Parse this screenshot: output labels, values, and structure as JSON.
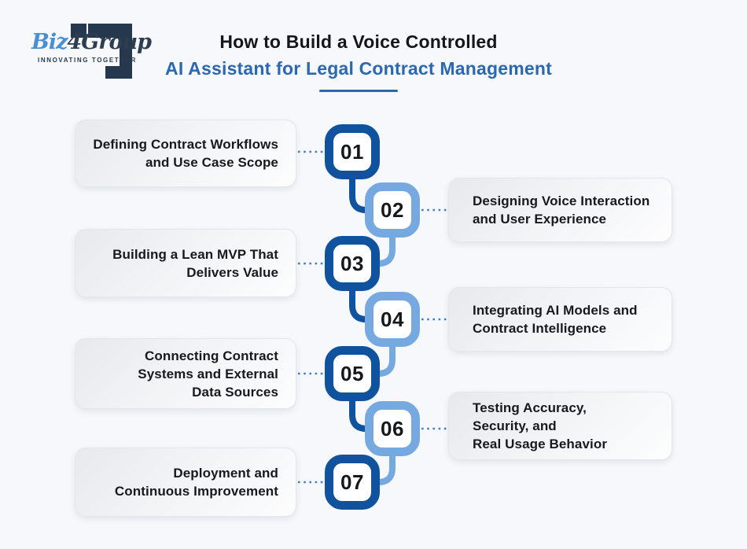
{
  "logo": {
    "brand_biz": "Biz",
    "brand_rest": "4Group",
    "tagline": "INNOVATING TOGETHER"
  },
  "title": {
    "line1": "How to Build a Voice Controlled",
    "line2": "AI Assistant for Legal Contract Management"
  },
  "steps": [
    {
      "number": "01",
      "side": "left",
      "label": "Defining Contract Workflows\nand Use Case Scope"
    },
    {
      "number": "02",
      "side": "right",
      "label": "Designing Voice Interaction\nand User Experience"
    },
    {
      "number": "03",
      "side": "left",
      "label": "Building a Lean MVP That\nDelivers Value"
    },
    {
      "number": "04",
      "side": "right",
      "label": "Integrating AI Models and\nContract Intelligence"
    },
    {
      "number": "05",
      "side": "left",
      "label": "Connecting Contract\nSystems and External\nData Sources"
    },
    {
      "number": "06",
      "side": "right",
      "label": "Testing Accuracy,\nSecurity, and\nReal Usage Behavior"
    },
    {
      "number": "07",
      "side": "left",
      "label": "Deployment and\nContinuous Improvement"
    }
  ],
  "colors": {
    "background": "#f6f8fb",
    "dark_blue": "#11529f",
    "light_blue": "#75a9e0",
    "title_blue": "#2a68b2",
    "dotted_line": "#4a7ec0",
    "logo_navy": "#26384d",
    "logo_blue": "#4a8fd3"
  }
}
